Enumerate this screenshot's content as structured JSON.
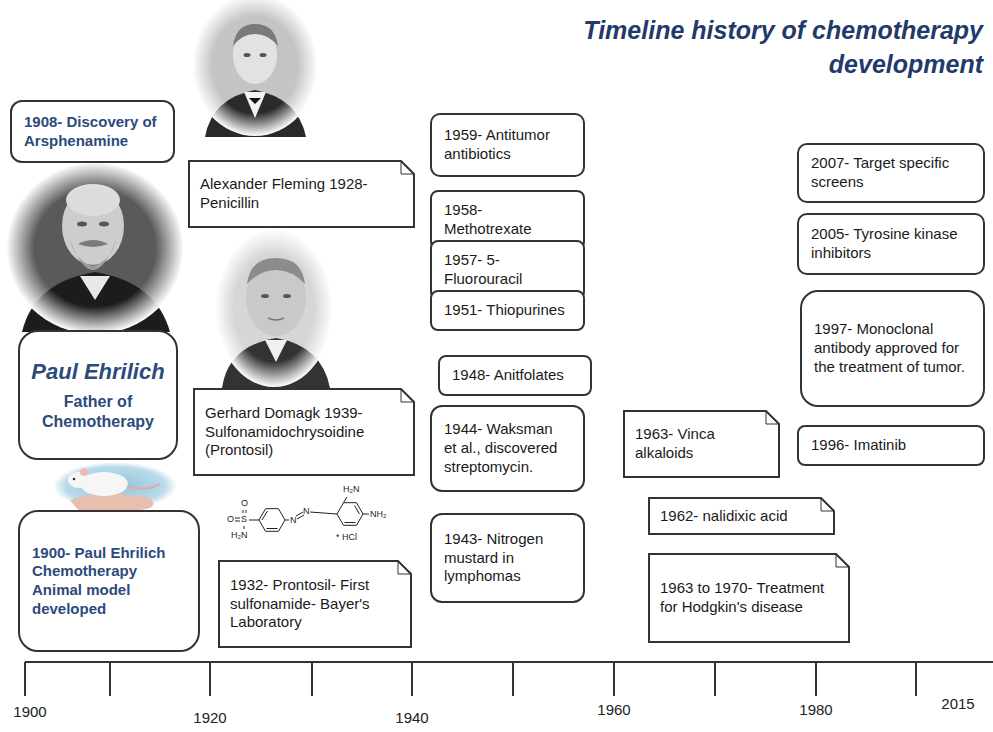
{
  "diagram": {
    "title": "Timeline history of chemotherapy development",
    "nodes": [
      {
        "text": [
          "1908- Discovery of Arsphenamine"
        ]
      },
      {
        "text": [
          "Paul Ehrilich",
          "Father of Chemotherapy"
        ]
      },
      {
        "text": [
          "1900- Paul Ehrilich Chemotherapy Animal model developed"
        ]
      },
      {
        "text": [
          "Alexander Fleming 1928- Penicillin"
        ]
      },
      {
        "text": [
          "Gerhard Domagk 1939- Sulfonamidochrysoidine (Prontosil)"
        ]
      },
      {
        "text": [
          "1932- Prontosil- First sulfonamide- Bayer's Laboratory"
        ]
      },
      {
        "text": [
          "1959- Antitumor antibiotics"
        ]
      },
      {
        "text": [
          "1958- Methotrexate"
        ]
      },
      {
        "text": [
          "1957- 5-Fluorouracil"
        ]
      },
      {
        "text": [
          "1951- Thiopurines"
        ]
      },
      {
        "text": [
          "1948- Anitfolates"
        ]
      },
      {
        "text": [
          "1944- Waksman et al., discovered streptomycin."
        ]
      },
      {
        "text": [
          "1943- Nitrogen mustard in lymphomas"
        ]
      },
      {
        "text": [
          "1963- Vinca alkaloids"
        ]
      },
      {
        "text": [
          "1962- nalidixic acid"
        ]
      },
      {
        "text": [
          "1963 to 1970- Treatment for Hodgkin's disease"
        ]
      },
      {
        "text": [
          "2007- Target specific screens"
        ]
      },
      {
        "text": [
          "2005- Tyrosine kinase inhibitors"
        ]
      },
      {
        "text": [
          "1997- Monoclonal antibody approved for the treatment of tumor."
        ]
      },
      {
        "text": [
          "1996- Imatinib"
        ]
      }
    ],
    "labels": [
      "1900",
      "1920",
      "1940",
      "1960",
      "1980",
      "2015",
      "O",
      "O",
      "S",
      "H₂N",
      "N",
      "N",
      "H₂N",
      "NH₂",
      "* HCl"
    ]
  }
}
